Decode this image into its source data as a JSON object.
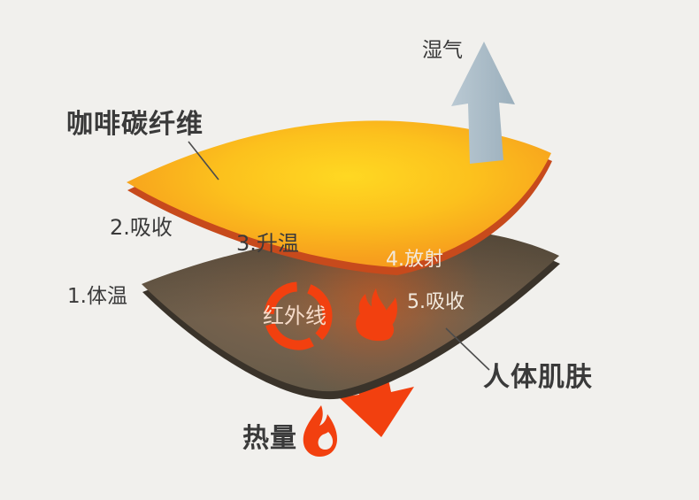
{
  "colors": {
    "background": "#f1f0ed",
    "fabric_orange_center": "#ffd822",
    "fabric_orange_outer": "#f5921e",
    "fabric_orange_edge": "#c74a1c",
    "skin_brown_glow": "#8a6747",
    "skin_brown": "#72604c",
    "skin_brown_dark": "#5e5747",
    "skin_brown_edge": "#3a332a",
    "moisture_arrow": "#aabcc7",
    "heat_red": "#f2400f",
    "dark_text": "#3a3a3a",
    "light_text": "#f2e9dd",
    "infrared_text": "#f6dcca"
  },
  "layers": {
    "top": {
      "label": "咖啡碳纤维"
    },
    "bottom": {
      "label": "人体肌肤"
    }
  },
  "annotations": {
    "moisture": "湿气",
    "heat": "热量",
    "infrared": "红外线",
    "step1": "1.体温",
    "step2": "2.吸收",
    "step3": "3.升温",
    "step4": "4.放射",
    "step5": "5.吸收"
  }
}
